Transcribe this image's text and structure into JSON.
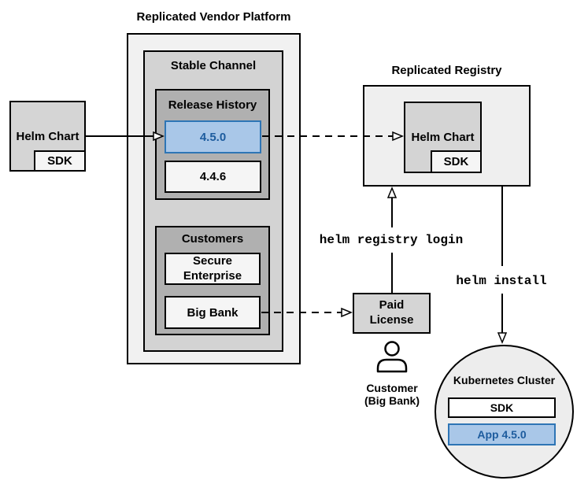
{
  "colors": {
    "highlight_fill": "#a9c7e8",
    "highlight_border": "#2e75b5",
    "highlight_text": "#1d5c9e",
    "box_border": "#000000",
    "platform_fill": "#f1f1f1",
    "channel_fill": "#d3d3d3",
    "inner_panel_fill": "#b0b0b0",
    "chart_fill": "#d5d5d5",
    "item_fill": "#f5f5f5"
  },
  "vendor_platform": {
    "title": "Replicated Vendor Platform"
  },
  "stable_channel": {
    "label": "Stable Channel"
  },
  "release_history": {
    "label": "Release History",
    "version_current": "4.5.0",
    "version_previous": "4.4.6"
  },
  "customers": {
    "label": "Customers",
    "customer1": "Secure Enterprise",
    "customer2": "Big Bank"
  },
  "helm_chart_source": {
    "label": "Helm Chart",
    "sdk_label": "SDK"
  },
  "registry": {
    "title": "Replicated Registry",
    "helm_chart_label": "Helm Chart",
    "sdk_label": "SDK"
  },
  "paid_license": {
    "label": "Paid License"
  },
  "customer": {
    "line1": "Customer",
    "line2": "(Big Bank)"
  },
  "cluster": {
    "title": "Kubernetes Cluster",
    "sdk_label": "SDK",
    "app_label": "App 4.5.0"
  },
  "commands": {
    "registry_login": "helm registry login",
    "install": "helm install"
  }
}
